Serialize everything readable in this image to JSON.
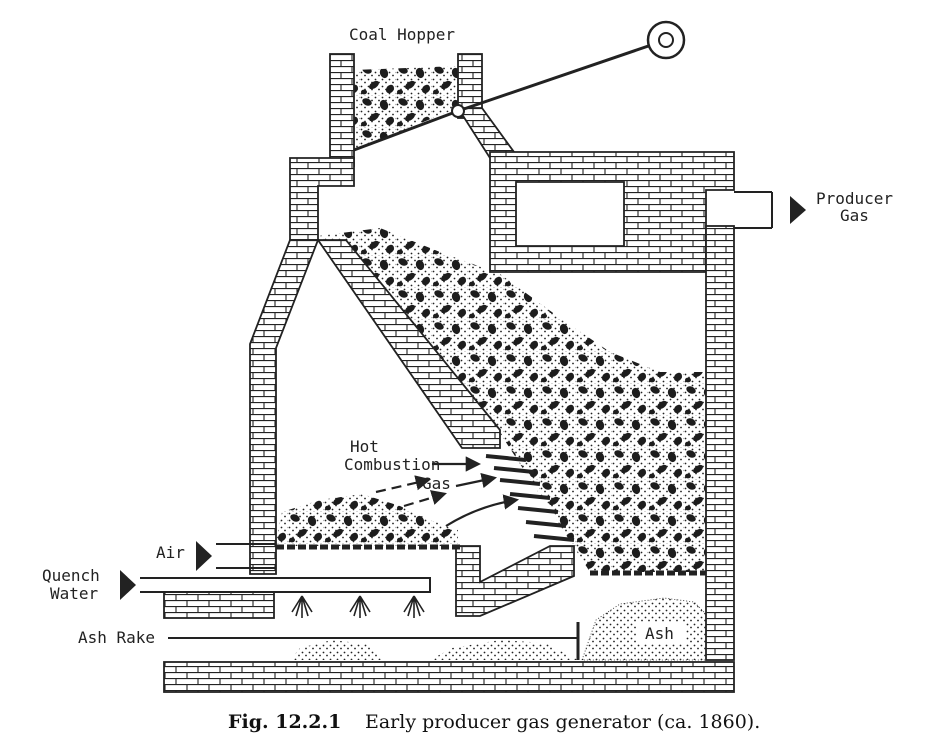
{
  "labels": {
    "coal_hopper": "Coal Hopper",
    "producer_gas_line1": "Producer",
    "producer_gas_line2": "Gas",
    "hot_line1": "Hot",
    "hot_line2": "Combustion",
    "hot_line3": "Gas",
    "air": "Air",
    "quench_line1": "Quench",
    "quench_line2": "Water",
    "ash_rake": "Ash Rake",
    "ash": "Ash"
  },
  "caption": {
    "number": "Fig. 12.2.1",
    "text": "Early producer gas generator (ca. 1860)."
  },
  "colors": {
    "ink": "#222222",
    "paper": "#ffffff"
  }
}
